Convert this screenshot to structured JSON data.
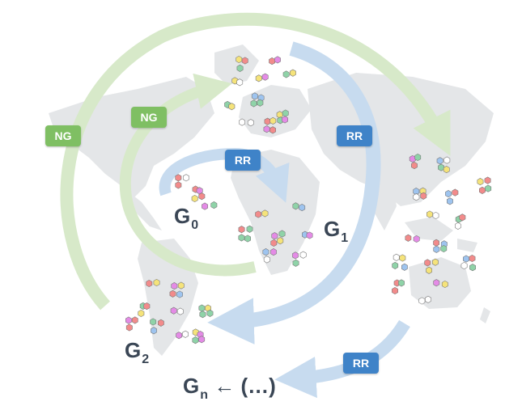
{
  "labels": {
    "ng_outer": "NG",
    "ng_inner": "NG",
    "rr_inner": "RR",
    "rr_right": "RR",
    "rr_bottom": "RR",
    "g0_main": "G",
    "g0_sub": "0",
    "g1_main": "G",
    "g1_sub": "1",
    "g2_main": "G",
    "g2_sub": "2",
    "gn_main": "G",
    "gn_sub": "n",
    "gn_tail": " ← (…)"
  },
  "colors": {
    "ng_badge": "#7fbf63",
    "rr_badge": "#3f83c8",
    "ng_arrow": "#d7e9c9",
    "rr_arrow": "#c7dbef",
    "map": "#e4e6e8",
    "hex_palette": [
      "#f28b8b",
      "#f5e37a",
      "#8fd3a8",
      "#9ec4ef",
      "#e48be6",
      "#ffffff"
    ]
  }
}
